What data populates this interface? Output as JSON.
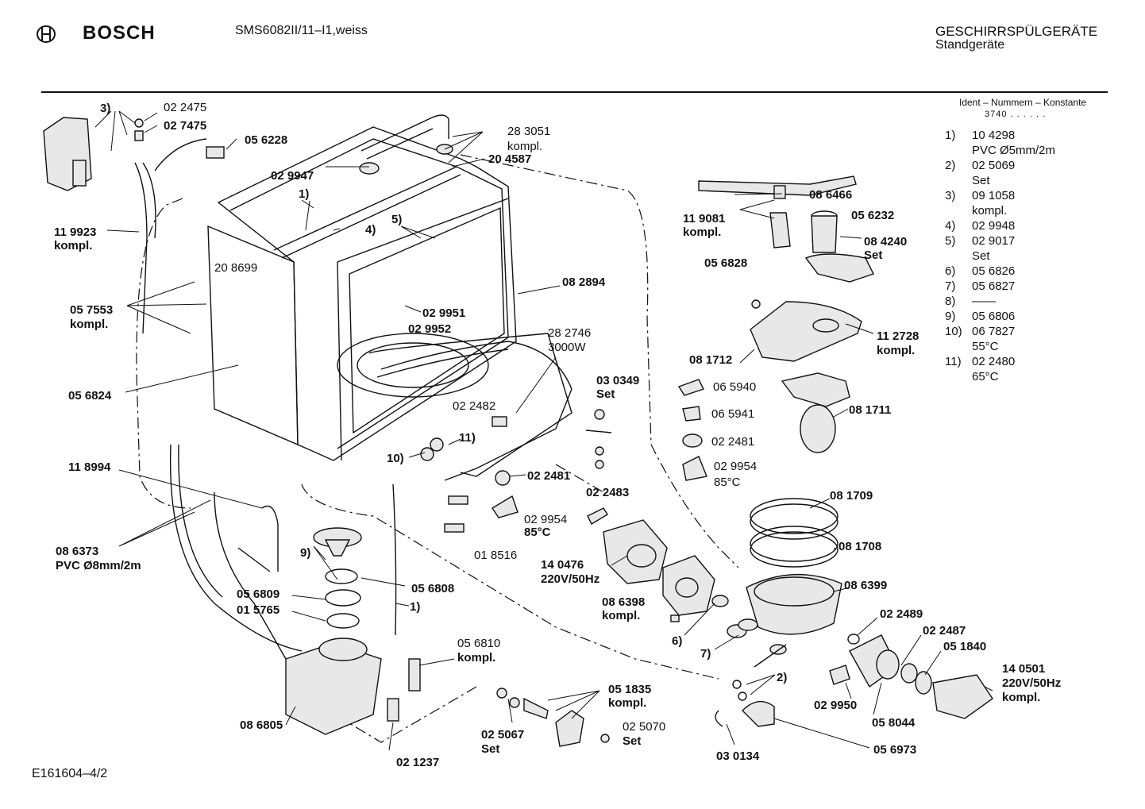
{
  "header": {
    "brand": "BOSCH",
    "model": "SMS6082II/11–I1,weiss",
    "category": "GESCHIRRSPÜLGERÄTE",
    "subcategory": "Standgeräte",
    "logo_icon": "bosch-armature-logo-icon"
  },
  "legend": {
    "heading": "Ident – Nummern – Konstante",
    "constant": "3740 . . . . . .",
    "items": [
      {
        "num": "1)",
        "lines": [
          "10 4298",
          "PVC Ø5mm/2m"
        ]
      },
      {
        "num": "2)",
        "lines": [
          "02 5069",
          "Set"
        ]
      },
      {
        "num": "3)",
        "lines": [
          "09 1058",
          "kompl."
        ]
      },
      {
        "num": "4)",
        "lines": [
          "02 9948"
        ]
      },
      {
        "num": "5)",
        "lines": [
          "02 9017",
          "Set"
        ]
      },
      {
        "num": "6)",
        "lines": [
          "05 6826"
        ]
      },
      {
        "num": "7)",
        "lines": [
          "05 6827"
        ]
      },
      {
        "num": "8)",
        "lines": [
          "——"
        ]
      },
      {
        "num": "9)",
        "lines": [
          "05 6806"
        ]
      },
      {
        "num": "10)",
        "lines": [
          "06 7827",
          "55°C"
        ]
      },
      {
        "num": "11)",
        "lines": [
          "02 2480",
          "65°C"
        ]
      }
    ]
  },
  "labels": {
    "l_3": "3)",
    "l_022475": "02 2475",
    "l_027475": "02 7475",
    "l_056228": "05 6228",
    "l_283051": "28 3051",
    "l_283051k": "kompl.",
    "l_029947": "02 9947",
    "l_204587": "20 4587",
    "l_119923": "11 9923",
    "l_119923k": "kompl.",
    "l_1a": "1)",
    "l_4": "4)",
    "l_5": "5)",
    "l_208699": "20 8699",
    "l_082894": "08 2894",
    "l_029951": "02 9951",
    "l_029952": "02 9952",
    "l_057553": "05 7553",
    "l_057553k": "kompl.",
    "l_282746": "28 2746",
    "l_3000w": "3000W",
    "l_056824": "05 6824",
    "l_030349": "03 0349",
    "l_030349s": "Set",
    "l_022482": "02 2482",
    "l_11": "11)",
    "l_10": "10)",
    "l_118994": "11 8994",
    "l_022481a": "02 2481",
    "l_022483": "02 2483",
    "l_029954a": "02 9954",
    "l_85a": "85°C",
    "l_018516": "01 8516",
    "l_086373": "08 6373",
    "l_086373p": "PVC Ø8mm/2m",
    "l_9": "9)",
    "l_056808": "05 6808",
    "l_056809": "05 6809",
    "l_015765": "01 5765",
    "l_1b": "1)",
    "l_056810": "05 6810",
    "l_056810k": "kompl.",
    "l_051835": "05 1835",
    "l_051835k": "kompl.",
    "l_025067": "02 5067",
    "l_025067s": "Set",
    "l_025070": "02 5070",
    "l_025070s": "Set",
    "l_086805": "08 6805",
    "l_021237": "02 1237",
    "l_086466": "08 6466",
    "l_119081": "11 9081",
    "l_119081k": "kompl.",
    "l_056232": "05 6232",
    "l_084240": "08 4240",
    "l_084240s": "Set",
    "l_056828": "05 6828",
    "l_112728": "11 2728",
    "l_112728k": "kompl.",
    "l_081712": "08 1712",
    "l_065940": "06 5940",
    "l_065941": "06 5941",
    "l_022481b": "02 2481",
    "l_029954b": "02 9954",
    "l_85b": "85°C",
    "l_081711": "08 1711",
    "l_081709": "08 1709",
    "l_081708": "08 1708",
    "l_140476": "14 0476",
    "l_140476v": "220V/50Hz",
    "l_086398": "08 6398",
    "l_086398k": "kompl.",
    "l_086399": "08 6399",
    "l_6": "6)",
    "l_7": "7)",
    "l_022489": "02 2489",
    "l_022487": "02 2487",
    "l_051840": "05 1840",
    "l_140501": "14 0501",
    "l_140501v": "220V/50Hz",
    "l_140501k": "kompl.",
    "l_2": "2)",
    "l_029950": "02 9950",
    "l_058044": "05 8044",
    "l_056973": "05 6973",
    "l_030134": "03 0134"
  },
  "footer": {
    "code": "E161604–4/2"
  }
}
